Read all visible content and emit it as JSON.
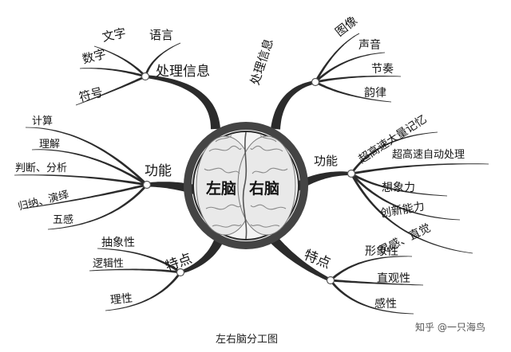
{
  "diagram": {
    "center": {
      "left_label": "左脑",
      "right_label": "右脑"
    },
    "left": {
      "info": {
        "label": "处理信息",
        "items": [
          "文字",
          "语言",
          "数字",
          "符号"
        ]
      },
      "function": {
        "label": "功能",
        "items": [
          "计算",
          "理解",
          "判断、分析",
          "归纳、演绎",
          "五感"
        ]
      },
      "traits": {
        "label": "特点",
        "items": [
          "抽象性",
          "逻辑性",
          "理性"
        ]
      }
    },
    "right": {
      "info": {
        "label": "处理信息",
        "items": [
          "图像",
          "声音",
          "节奏",
          "韵律"
        ]
      },
      "function": {
        "label": "功能",
        "items": [
          "超高速大量记忆",
          "超高速自动处理",
          "想象力",
          "创新能力",
          "灵感、直觉"
        ]
      },
      "traits": {
        "label": "特点",
        "items": [
          "形象性",
          "直观性",
          "感性"
        ]
      }
    },
    "caption": "左右脑分工图"
  },
  "watermark": "知乎 @一只海鸟"
}
